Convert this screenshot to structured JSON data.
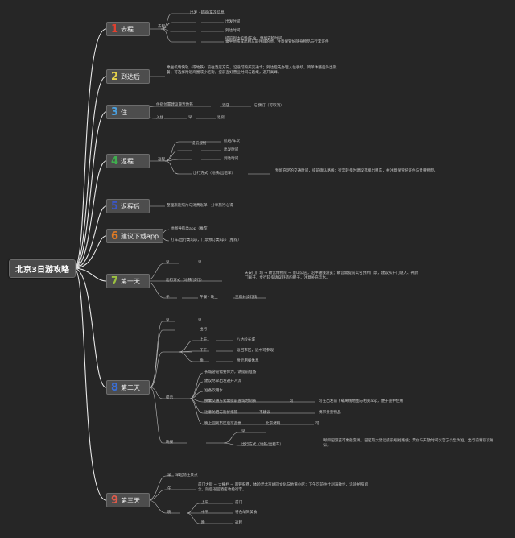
{
  "root": {
    "title": "北京3日游攻略"
  },
  "topics": [
    {
      "num": "1",
      "label": "去程",
      "color": "#e0402f"
    },
    {
      "num": "2",
      "label": "到达后",
      "color": "#e6d24a"
    },
    {
      "num": "3",
      "label": "住",
      "color": "#4aa0e0"
    },
    {
      "num": "4",
      "label": "返程",
      "color": "#3fae4e"
    },
    {
      "num": "5",
      "label": "返程后",
      "color": "#3a56c8"
    },
    {
      "num": "6",
      "label": "建议下载app",
      "color": "#e07a25"
    },
    {
      "num": "7",
      "label": "第一天",
      "color": "#9cc23f"
    },
    {
      "num": "8",
      "label": "第二天",
      "color": "#3a6fd8"
    },
    {
      "num": "9",
      "label": "第三天",
      "color": "#e05a4a"
    }
  ],
  "leaves": [
    {
      "id": "t1a",
      "text": "去程"
    },
    {
      "id": "t1b",
      "text": "出发 · 航班/车次信息"
    },
    {
      "id": "t1c",
      "text": "出发时间"
    },
    {
      "id": "t1d",
      "text": "到达时间"
    },
    {
      "id": "t1e",
      "text": "提前到达机场/车站，预留安检时间"
    },
    {
      "id": "t1f",
      "text": "乘坐地铁或出租车前往目的地，注意保管好随身物品与行李证件"
    },
    {
      "id": "t2a",
      "text": "乘坐机场快轨（或地铁）前往酒店方向，沿途可购买交通卡；到达后先办理入住手续，简单休整后外出就餐；可选择附近商圈或小吃街，提前查好营业时间与路线，避开高峰。"
    },
    {
      "id": "t3a",
      "text": "住宿位置建议靠近地铁"
    },
    {
      "id": "t3b",
      "text": "酒店"
    },
    {
      "id": "t3c",
      "text": "已预订（可取消）"
    },
    {
      "id": "t3d",
      "text": "入住"
    },
    {
      "id": "t3e",
      "text": "早"
    },
    {
      "id": "t3f",
      "text": "退房"
    },
    {
      "id": "t4a",
      "text": "返程"
    },
    {
      "id": "t4b",
      "text": "航班/车次"
    },
    {
      "id": "t4c",
      "text": "出发时间"
    },
    {
      "id": "t4d",
      "text": "到达时间"
    },
    {
      "id": "t4e",
      "text": "提前规划"
    },
    {
      "id": "t4f",
      "text": "出行方式（地铁/出租车）"
    },
    {
      "id": "t4g",
      "text": "预留充足的交通时间，提前确认路线；行李较多时建议选择出租车，并注意保管好证件与贵重物品。"
    },
    {
      "id": "t5a",
      "text": "整理旅途照片与消费账单，分享旅行心得"
    },
    {
      "id": "t6a",
      "text": "地图导航类app（推荐）"
    },
    {
      "id": "t6b",
      "text": "打车/出行类app，门票预订类app（推荐）"
    },
    {
      "id": "t7a",
      "text": "早"
    },
    {
      "id": "t7b",
      "text": "早"
    },
    {
      "id": "t7c",
      "text": "出行方式（地铁/步行）"
    },
    {
      "id": "t7d",
      "text": "天安门广场 → 故宫博物院 → 景山公园，沿中轴线游览；故宫需提前实名预约门票，建议从午门进入、神武门离开，步行较多请穿舒适的鞋子，注意补充饮水。"
    },
    {
      "id": "t7e",
      "text": "午"
    },
    {
      "id": "t7f",
      "text": "午餐 · 晚上"
    },
    {
      "id": "t7g",
      "text": "王府井步行街"
    },
    {
      "id": "t8a",
      "text": "早"
    },
    {
      "id": "t8b",
      "text": "早"
    },
    {
      "id": "t8c",
      "text": "出行"
    },
    {
      "id": "t8d",
      "text": "上午"
    },
    {
      "id": "t8e",
      "text": "八达岭长城"
    },
    {
      "id": "t8f",
      "text": "下午"
    },
    {
      "id": "t8g",
      "text": "返回市区，途中可参观"
    },
    {
      "id": "t8h",
      "text": "晚"
    },
    {
      "id": "t8i",
      "text": "附近用餐休息"
    },
    {
      "id": "t8j",
      "text": "提示"
    },
    {
      "id": "t8k",
      "text": "长城游览需要体力，请提前准备"
    },
    {
      "id": "t8l",
      "text": "建议尽早出发避开人流"
    },
    {
      "id": "t8m",
      "text": "准备饮用水"
    },
    {
      "id": "t8n",
      "text": "换乘交通方式需提前查询时刻表"
    },
    {
      "id": "t8o",
      "text": "可"
    },
    {
      "id": "t8p",
      "text": "可在出发前下载离线地图与相关app，便于途中使用"
    },
    {
      "id": "t8q",
      "text": "注意防晒与防护措施"
    },
    {
      "id": "t8r",
      "text": "不建议"
    },
    {
      "id": "t8s",
      "text": "携带贵重物品"
    },
    {
      "id": "t8t",
      "text": "晚上回到市区后可品尝"
    },
    {
      "id": "t8u",
      "text": "北京烤鸭"
    },
    {
      "id": "t8v",
      "text": "可"
    },
    {
      "id": "t8w",
      "text": "晚餐"
    },
    {
      "id": "t8x",
      "text": "早"
    },
    {
      "id": "t8y",
      "text": "出行方式（地铁/出租车）"
    },
    {
      "id": "t8z",
      "text": "颐和园游览可乘船游湖，园区较大建议提前规划路线；票价与开放时间以官方公告为准，出行前请再次确认。"
    },
    {
      "id": "t9a",
      "text": "早"
    },
    {
      "id": "t9b",
      "text": "早起前往景点"
    },
    {
      "id": "t9c",
      "text": "午"
    },
    {
      "id": "t9d",
      "text": "前门大街 → 大栅栏 → 南锣鼓巷，体验老北京胡同文化与地道小吃；下午可前往什刹海散步，沿途拍照留念，随后返回酒店收拾行李。"
    },
    {
      "id": "t9e",
      "text": "晚"
    },
    {
      "id": "t9f",
      "text": "上午"
    },
    {
      "id": "t9g",
      "text": "前门"
    },
    {
      "id": "t9h",
      "text": "中午"
    },
    {
      "id": "t9i",
      "text": "特色胡同美食"
    },
    {
      "id": "t9j",
      "text": "晚"
    },
    {
      "id": "t9k",
      "text": "返程"
    }
  ]
}
